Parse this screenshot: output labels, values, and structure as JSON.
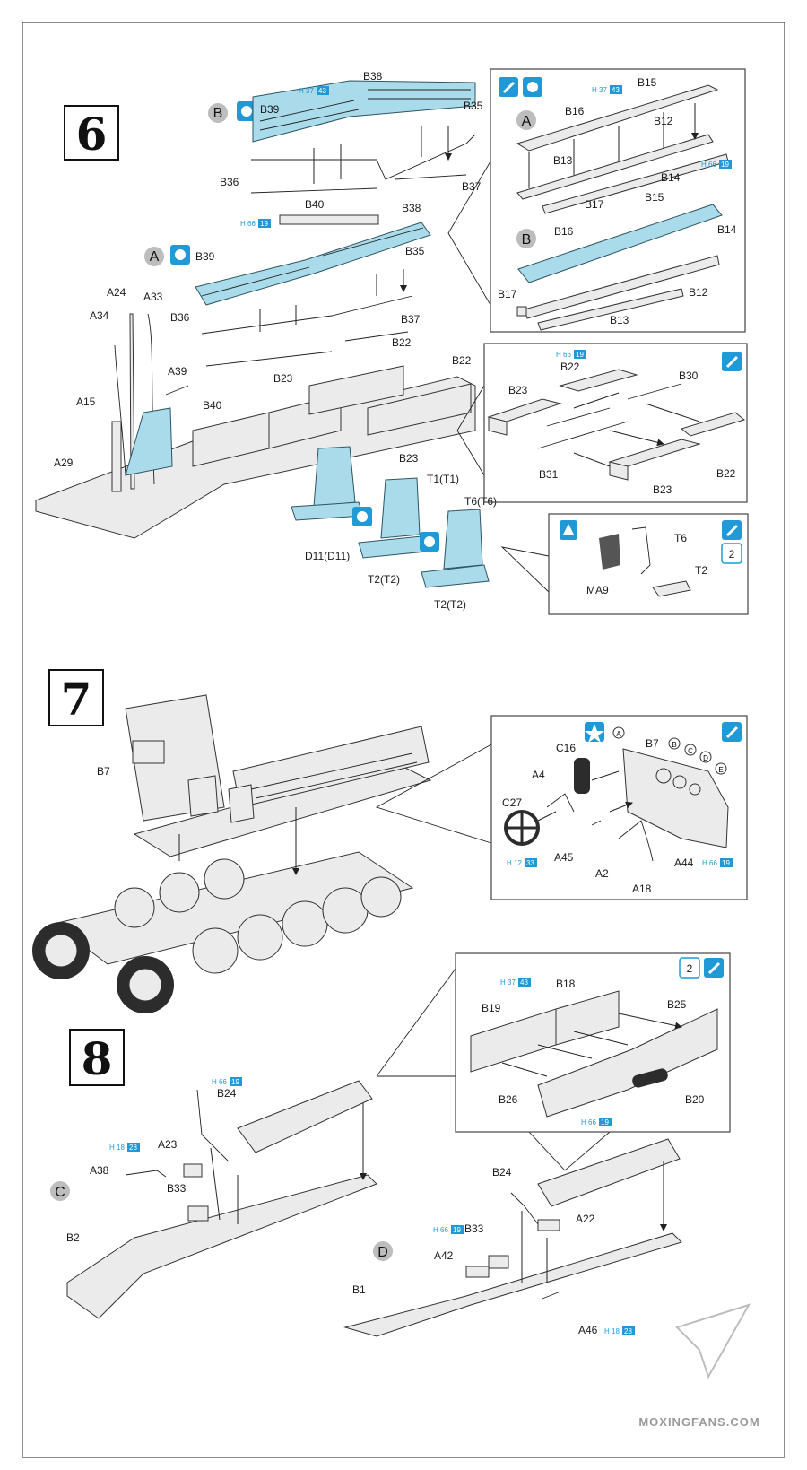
{
  "steps": [
    {
      "number": "6"
    },
    {
      "number": "7"
    },
    {
      "number": "8"
    }
  ],
  "step6": {
    "labels": {
      "B38_top": "B38",
      "B39_top": "B39",
      "B35_top": "B35",
      "B36_top": "B36",
      "B37_top": "B37",
      "B40_top": "B40",
      "B38_mid": "B38",
      "B39_mid": "B39",
      "B35_mid": "B35",
      "B36_mid": "B36",
      "B37_mid": "B37",
      "B40_mid": "B40",
      "A24": "A24",
      "A33": "A33",
      "A34": "A34",
      "A39": "A39",
      "A15": "A15",
      "A29": "A29",
      "B22_a": "B22",
      "B22_b": "B22",
      "B23_a": "B23",
      "B23_b": "B23",
      "D11": "D11(D11)",
      "T1": "T1(T1)",
      "T2_a": "T2(T2)",
      "T6": "T6(T6)",
      "T2_b": "T2(T2)"
    },
    "callouts": {
      "B": "B",
      "A": "A"
    },
    "paint_top": {
      "code": "37",
      "num": "43"
    },
    "paint_mid": {
      "code": "66",
      "num": "19"
    },
    "inset_seats": {
      "paint_a": {
        "code": "37",
        "num": "43"
      },
      "paint_b": {
        "code": "66",
        "num": "19"
      },
      "callouts": {
        "A": "A",
        "B": "B"
      },
      "labels": {
        "B15_a": "B15",
        "B16_a": "B16",
        "B12_a": "B12",
        "B13_a": "B13",
        "B14_a": "B14",
        "B17_a": "B17",
        "B15_b": "B15",
        "B16_b": "B16",
        "B14_b": "B14",
        "B12_b": "B12",
        "B13_b": "B13",
        "B17_b": "B17"
      }
    },
    "inset_boxes": {
      "paint": {
        "code": "66",
        "num": "19"
      },
      "labels": {
        "B22_a": "B22",
        "B23_a": "B23",
        "B30": "B30",
        "B31": "B31",
        "B22_b": "B22",
        "B23_b": "B23"
      }
    },
    "inset_seat_detail": {
      "labels": {
        "T6": "T6",
        "MA9": "MA9",
        "T2": "T2"
      },
      "repeat": "2"
    }
  },
  "step7": {
    "labels": {
      "B7_main": "B7"
    },
    "inset_dash": {
      "labels": {
        "C16": "C16",
        "A4": "A4",
        "C27": "C27",
        "A45": "A45",
        "A2": "A2",
        "A18": "A18",
        "A44": "A44",
        "B7": "B7"
      },
      "points": {
        "A": "A",
        "B": "B",
        "C": "C",
        "D": "D",
        "E": "E"
      },
      "paint_a": {
        "code": "12",
        "num": "33"
      },
      "paint_b": {
        "code": "66",
        "num": "19"
      }
    }
  },
  "step8": {
    "callouts": {
      "C": "C",
      "D": "D"
    },
    "labels": {
      "B24_c": "B24",
      "A23": "A23",
      "A38": "A38",
      "B33_c": "B33",
      "B2": "B2",
      "B24_d": "B24",
      "A22": "A22",
      "B33_d": "B33",
      "A42": "A42",
      "B1": "B1",
      "A46": "A46"
    },
    "paint_c_b24": {
      "code": "66",
      "num": "19"
    },
    "paint_c_a38": {
      "code": "18",
      "num": "28"
    },
    "paint_d_b33": {
      "code": "66",
      "num": "19"
    },
    "paint_d_a46": {
      "code": "18",
      "num": "28"
    },
    "inset_seatback": {
      "repeat": "2",
      "labels": {
        "B18": "B18",
        "B19": "B19",
        "B25": "B25",
        "B26": "B26",
        "B20": "B20"
      },
      "paint_a": {
        "code": "37",
        "num": "43"
      },
      "paint_b": {
        "code": "66",
        "num": "19"
      }
    }
  },
  "paint_prefix": "H",
  "watermark": "MOXINGFANS.COM",
  "colors": {
    "seat_blue": "#a9dbea",
    "paint_badge": "#1f9ad6",
    "line": "#222222"
  }
}
